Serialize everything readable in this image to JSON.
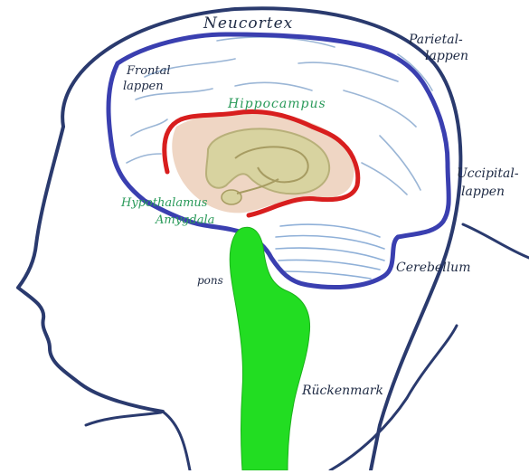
{
  "labels": {
    "neocortex": "Neucortex",
    "parietal_line1": "Parietal-",
    "parietal_line2": "lappen",
    "frontal_line1": "Frontal",
    "frontal_line2": "lappen",
    "occipital_line1": "Uccipital-",
    "occipital_line2": "lappen",
    "hippocampus": "Hippocampus",
    "hypothalamus": "Hypothalamus",
    "amygdala": "Amygdala",
    "cerebellum": "Cerebellum",
    "pons": "pons",
    "spinal_cord": "Rückenmark"
  },
  "colors": {
    "head_outline": "#2a3a6e",
    "neocortex_outline": "#3a3fb0",
    "limbic_outline": "#d81e1e",
    "spinal_cord": "#22dd22",
    "label_dark": "#1e2a44",
    "label_green": "#2a9a5a",
    "brain_folds": "#9bb6d6",
    "limbic_fill": "#efd6c4",
    "hippocampus_fill": "#d8d3a0"
  }
}
